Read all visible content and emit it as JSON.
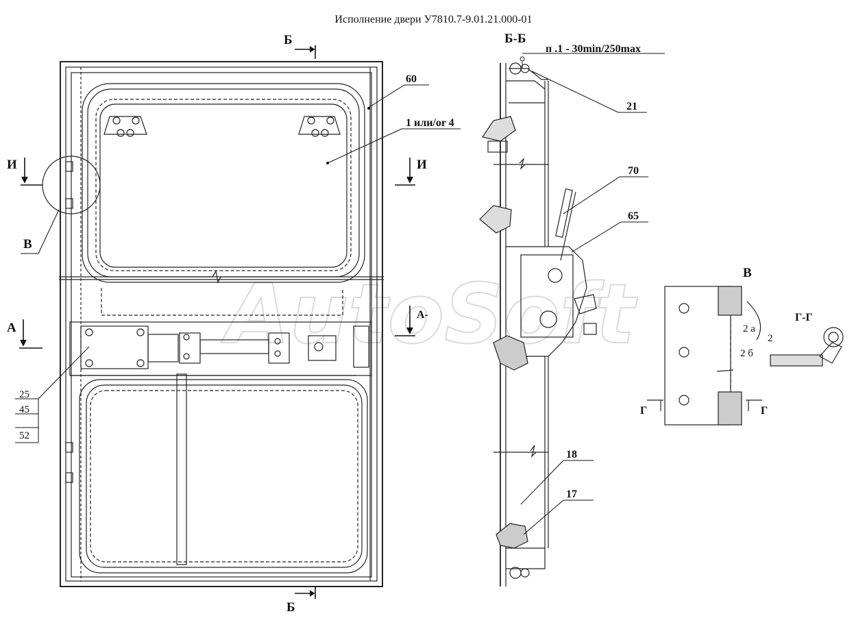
{
  "title": "Исполнение двери У7810.7-9.01.21.000-01",
  "section_labels": {
    "bb_top": "Б",
    "bb_bottom": "Б",
    "ii_left": "И",
    "ii_right": "И",
    "a_left": "А",
    "a_right": "А-",
    "view_v_callout": "В",
    "bb_title": "Б-Б",
    "view_v_title": "В",
    "gg_title": "Г-Г",
    "g_left": "Г",
    "g_right": "Г"
  },
  "note": "п .1 - 30min/250max",
  "callouts": {
    "c60": "60",
    "c1or4": "1 или/or 4",
    "c25": "25",
    "c45": "45",
    "c52": "52",
    "c21": "21",
    "c70": "70",
    "c65": "65",
    "c18": "18",
    "c17": "17",
    "c2a": "2 а",
    "c2": "2",
    "c2b": "2 б"
  },
  "watermark": "AutoSoft"
}
